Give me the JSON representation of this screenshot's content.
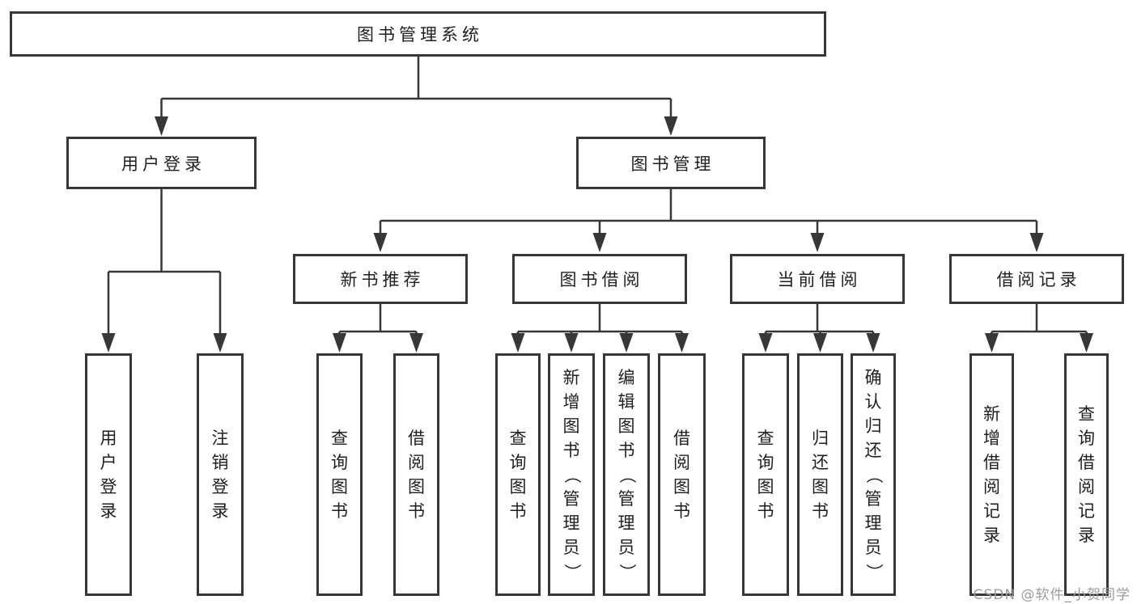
{
  "nodes": {
    "root": {
      "label": "图书管理系统"
    },
    "userLogin": {
      "label": "用户登录"
    },
    "bookManage": {
      "label": "图书管理"
    },
    "newBookRec": {
      "label": "新书推荐"
    },
    "bookBorrow": {
      "label": "图书借阅"
    },
    "currentBorrow": {
      "label": "当前借阅"
    },
    "borrowRecord": {
      "label": "借阅记录"
    },
    "leafUserLogin": {
      "label": "用户登录"
    },
    "leafLogout": {
      "label": "注销登录"
    },
    "leafQueryBookRec": {
      "label": "查询图书"
    },
    "leafBorrowBookRec": {
      "label": "借阅图书"
    },
    "leafQueryBookBorrow": {
      "label": "查询图书"
    },
    "leafAddBook": {
      "label": "新增图书（管理员）"
    },
    "leafEditBook": {
      "label": "编辑图书（管理员）"
    },
    "leafBorrowBook": {
      "label": "借阅图书"
    },
    "leafQueryBookCurrent": {
      "label": "查询图书"
    },
    "leafReturnBook": {
      "label": "归还图书"
    },
    "leafConfirmReturn": {
      "label": "确认归还（管理员）"
    },
    "leafAddRecord": {
      "label": "新增借阅记录"
    },
    "leafQueryRecord": {
      "label": "查询借阅记录"
    }
  },
  "structure": {
    "root": "图书管理系统",
    "children": [
      {
        "label": "用户登录",
        "children": [
          "用户登录",
          "注销登录"
        ]
      },
      {
        "label": "图书管理",
        "children": [
          {
            "label": "新书推荐",
            "children": [
              "查询图书",
              "借阅图书"
            ]
          },
          {
            "label": "图书借阅",
            "children": [
              "查询图书",
              "新增图书（管理员）",
              "编辑图书（管理员）",
              "借阅图书"
            ]
          },
          {
            "label": "当前借阅",
            "children": [
              "查询图书",
              "归还图书",
              "确认归还（管理员）"
            ]
          },
          {
            "label": "借阅记录",
            "children": [
              "新增借阅记录",
              "查询借阅记录"
            ]
          }
        ]
      }
    ]
  },
  "watermark": "CSDN @软件_小贺同学",
  "colors": {
    "line": "#373737",
    "box_border": "#373737",
    "text": "#1f1f1f",
    "background": "#ffffff",
    "watermark": "#9c9c9c"
  }
}
